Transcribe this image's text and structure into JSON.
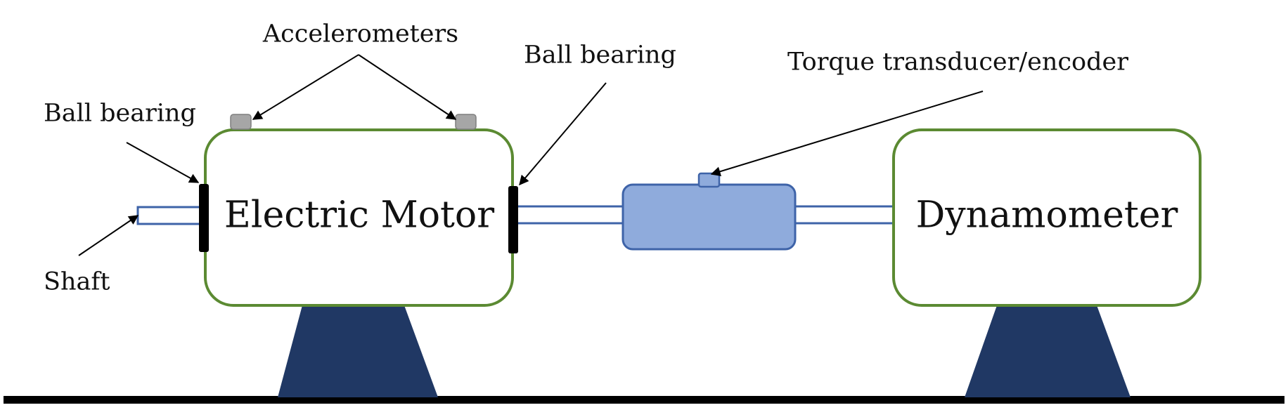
{
  "labels": {
    "accelerometers": "Accelerometers",
    "ball_bearing_left": "Ball bearing",
    "ball_bearing_right": "Ball bearing",
    "torque_transducer": "Torque transducer/encoder",
    "shaft": "Shaft",
    "electric_motor": "Electric Motor",
    "dynamometer": "Dynamometer"
  },
  "colors": {
    "housing_outline": "#5b8a32",
    "shaft_outline": "#3e63a8",
    "transducer_fill": "#8fabdc",
    "transducer_outline": "#3e63a8",
    "accelerometer_fill": "#a6a6a6",
    "accelerometer_outline": "#7f7f7f",
    "bearing": "#000000",
    "stand": "#203864",
    "ground": "#000000",
    "arrow": "#000000"
  }
}
